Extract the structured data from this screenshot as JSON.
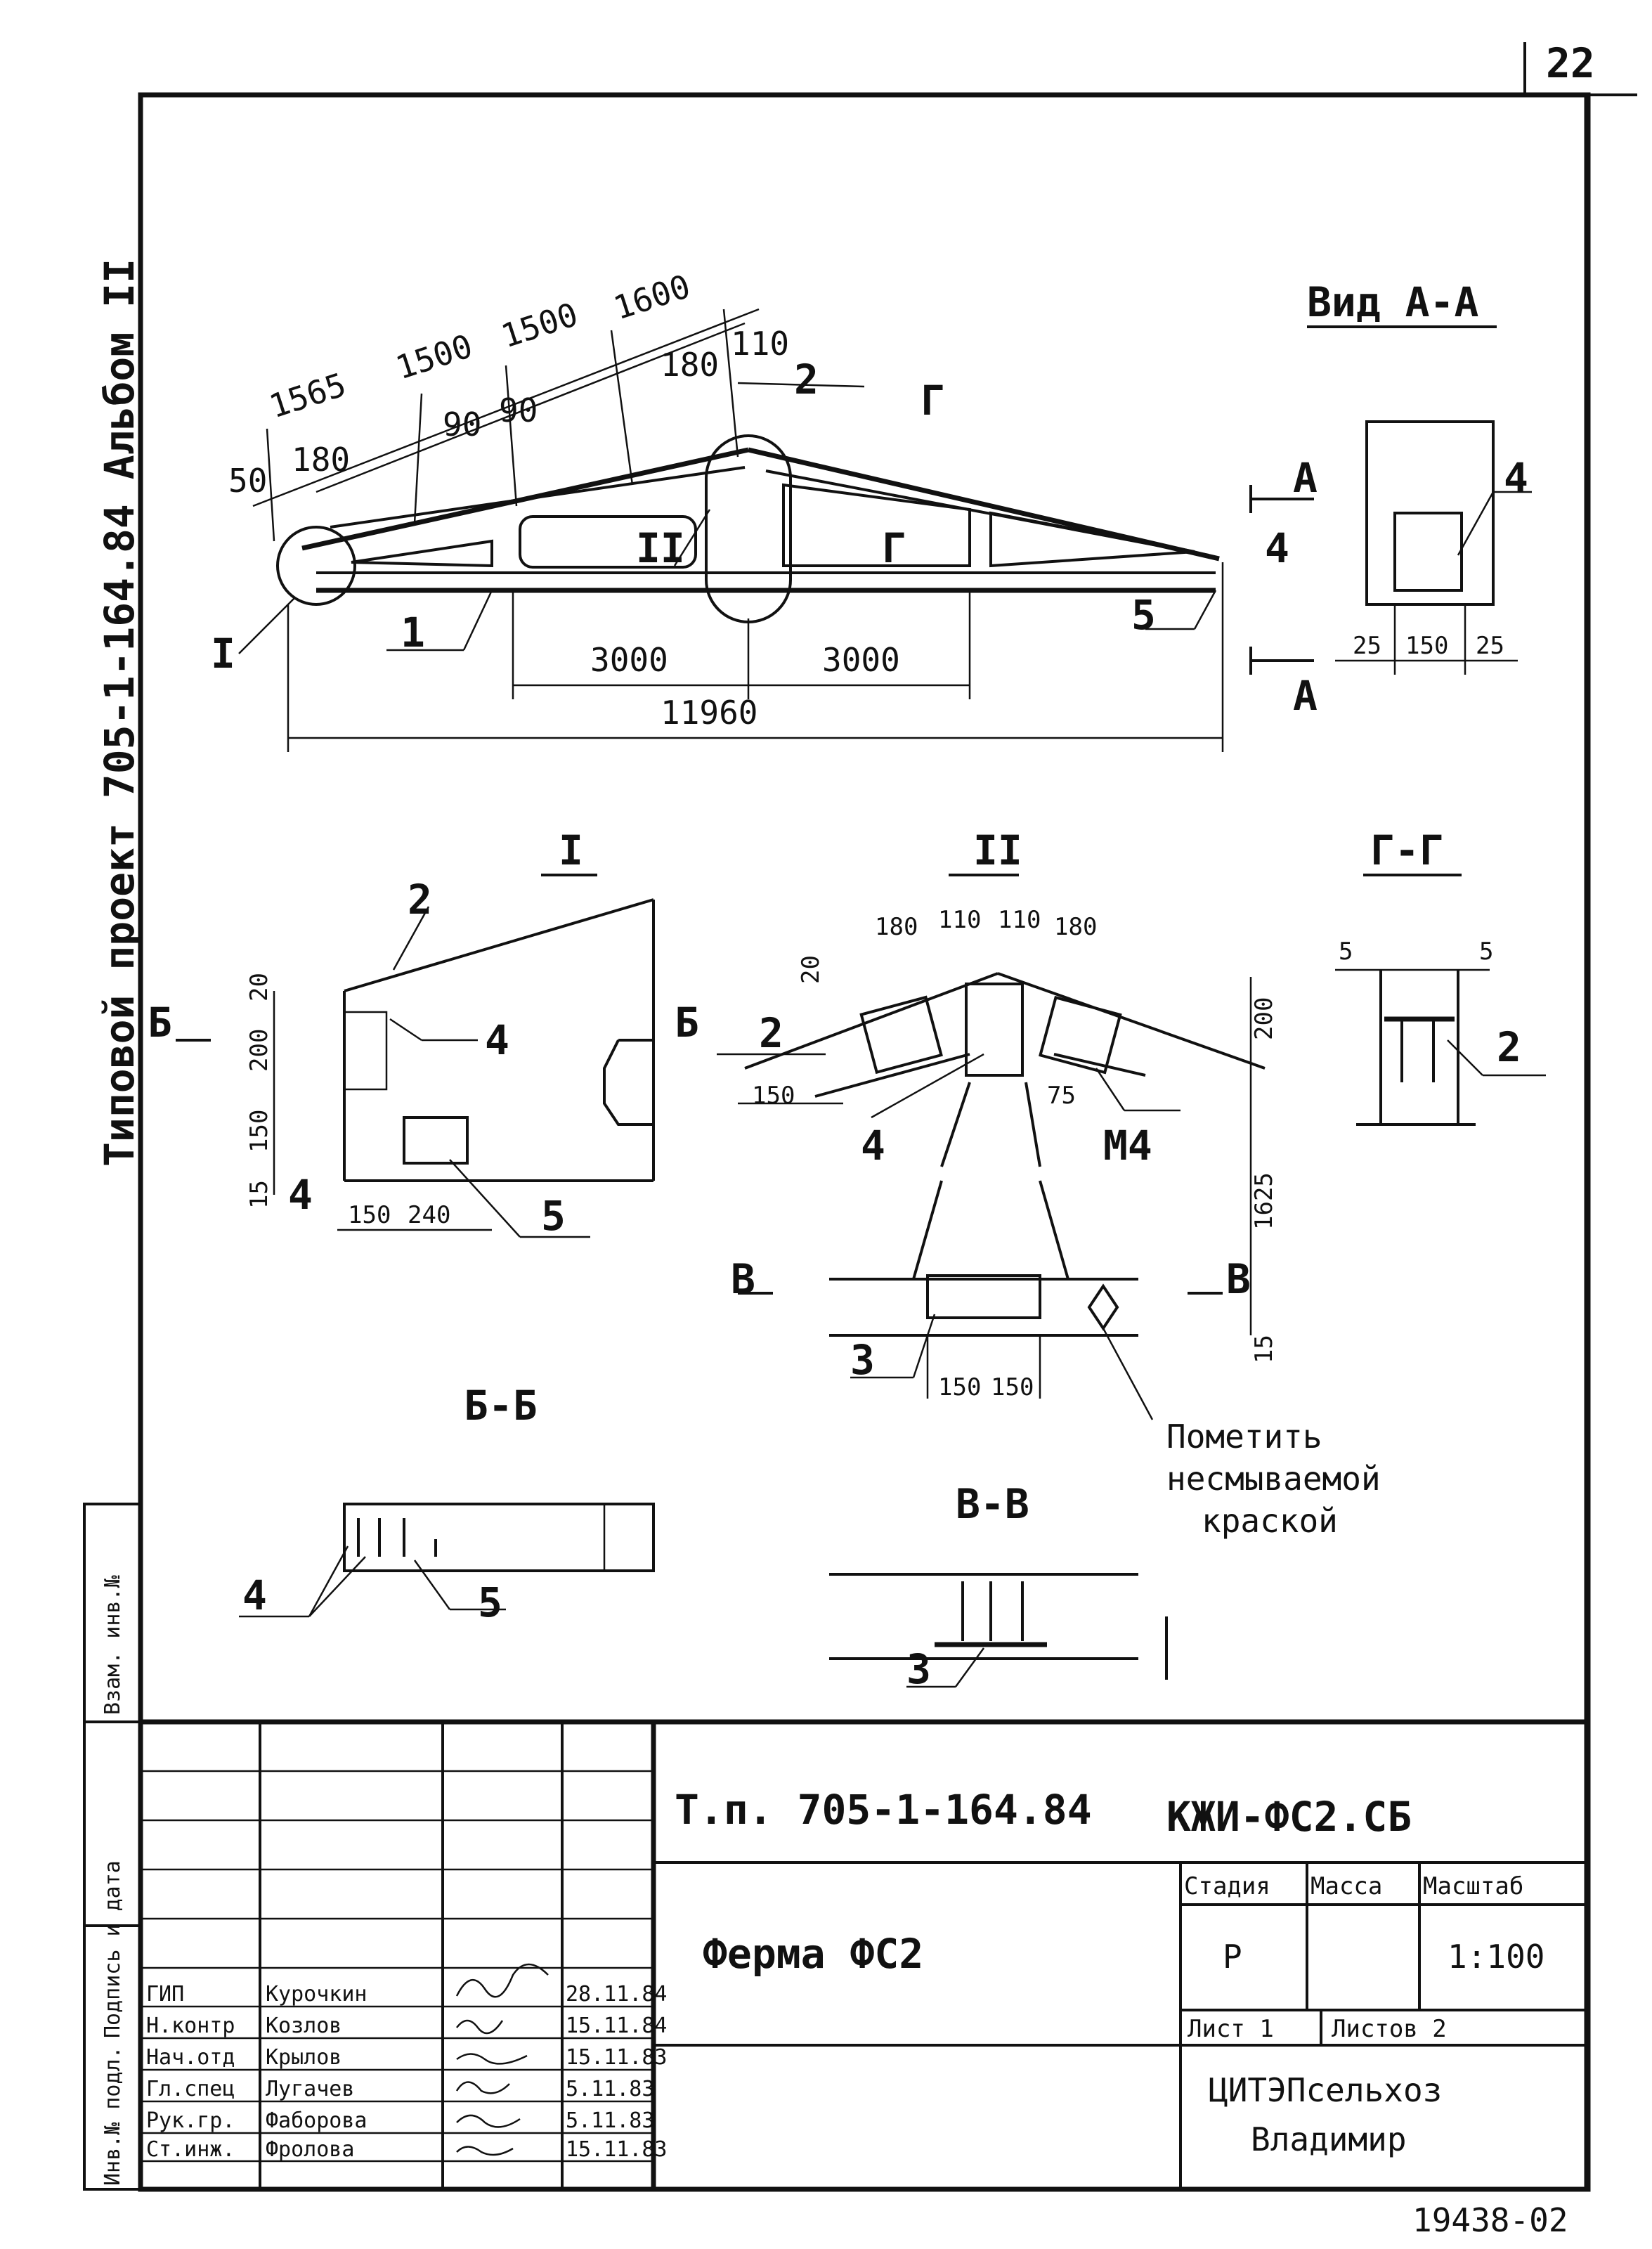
{
  "sheet_number": "22",
  "side_label": "Типовой проект 705-1-164.84 Альбом II",
  "archive_number": "19438-02",
  "views": {
    "view_aa_title": "Вид А-А",
    "section_i_title": "I",
    "section_ii_title": "II",
    "section_gg_title": "Г-Г",
    "section_bb_title": "Б-Б",
    "section_vv_title": "В-В"
  },
  "main_dims": {
    "top": [
      "50",
      "180",
      "1565",
      "1500",
      "90",
      "90",
      "1500",
      "1600",
      "180",
      "110"
    ],
    "bottom": [
      "3000",
      "3000",
      "11960"
    ],
    "aa_width": [
      "25",
      "150",
      "25"
    ],
    "callouts": [
      "I",
      "1",
      "II",
      "2",
      "5",
      "4",
      "Г",
      "Г",
      "А",
      "А",
      "4"
    ]
  },
  "detail_i": {
    "dims": [
      "20",
      "200",
      "150",
      "15",
      "150",
      "240"
    ],
    "callouts": [
      "2",
      "4",
      "5",
      "4",
      "Б",
      "Б"
    ]
  },
  "detail_ii": {
    "dims": [
      "180",
      "110",
      "110",
      "180",
      "20",
      "200",
      "150",
      "75",
      "1625",
      "15",
      "150",
      "150"
    ],
    "callouts": [
      "2",
      "4",
      "М4",
      "3",
      "В",
      "В"
    ],
    "note": [
      "Пометить",
      "несмываемой",
      "краской"
    ]
  },
  "detail_gg": {
    "dims": [
      "5",
      "5"
    ],
    "callouts": [
      "2"
    ]
  },
  "detail_bb": {
    "callouts": [
      "4",
      "5"
    ]
  },
  "detail_vv": {
    "callouts": [
      "3"
    ]
  },
  "title_block": {
    "doc_code": "Т.п. 705-1-164.84",
    "drawing_code": "КЖИ-ФС2.СБ",
    "drawing_title": "Ферма ФС2",
    "headers": [
      "Стадия",
      "Масса",
      "Масштаб"
    ],
    "stage": "Р",
    "mass": "",
    "scale": "1:100",
    "sheet": "Лист 1",
    "sheets": "Листов 2",
    "organization": [
      "ЦИТЭПсельхоз",
      "Владимир"
    ],
    "staff": [
      {
        "role": "ГИП",
        "name": "Курочкин",
        "date": "28.11.84"
      },
      {
        "role": "Н.контр",
        "name": "Козлов",
        "date": "15.11.84"
      },
      {
        "role": "Нач.отд",
        "name": "Крылов",
        "date": "15.11.83"
      },
      {
        "role": "Гл.спец",
        "name": "Лугачев",
        "date": "5.11.83"
      },
      {
        "role": "Рук.гр.",
        "name": "Фаборова",
        "date": "5.11.83"
      },
      {
        "role": "Ст.инж.",
        "name": "Фролова",
        "date": "15.11.83"
      }
    ],
    "side_stamp": [
      "Инв.№ подл.",
      "Подпись и дата",
      "Взам. инв.№"
    ]
  }
}
